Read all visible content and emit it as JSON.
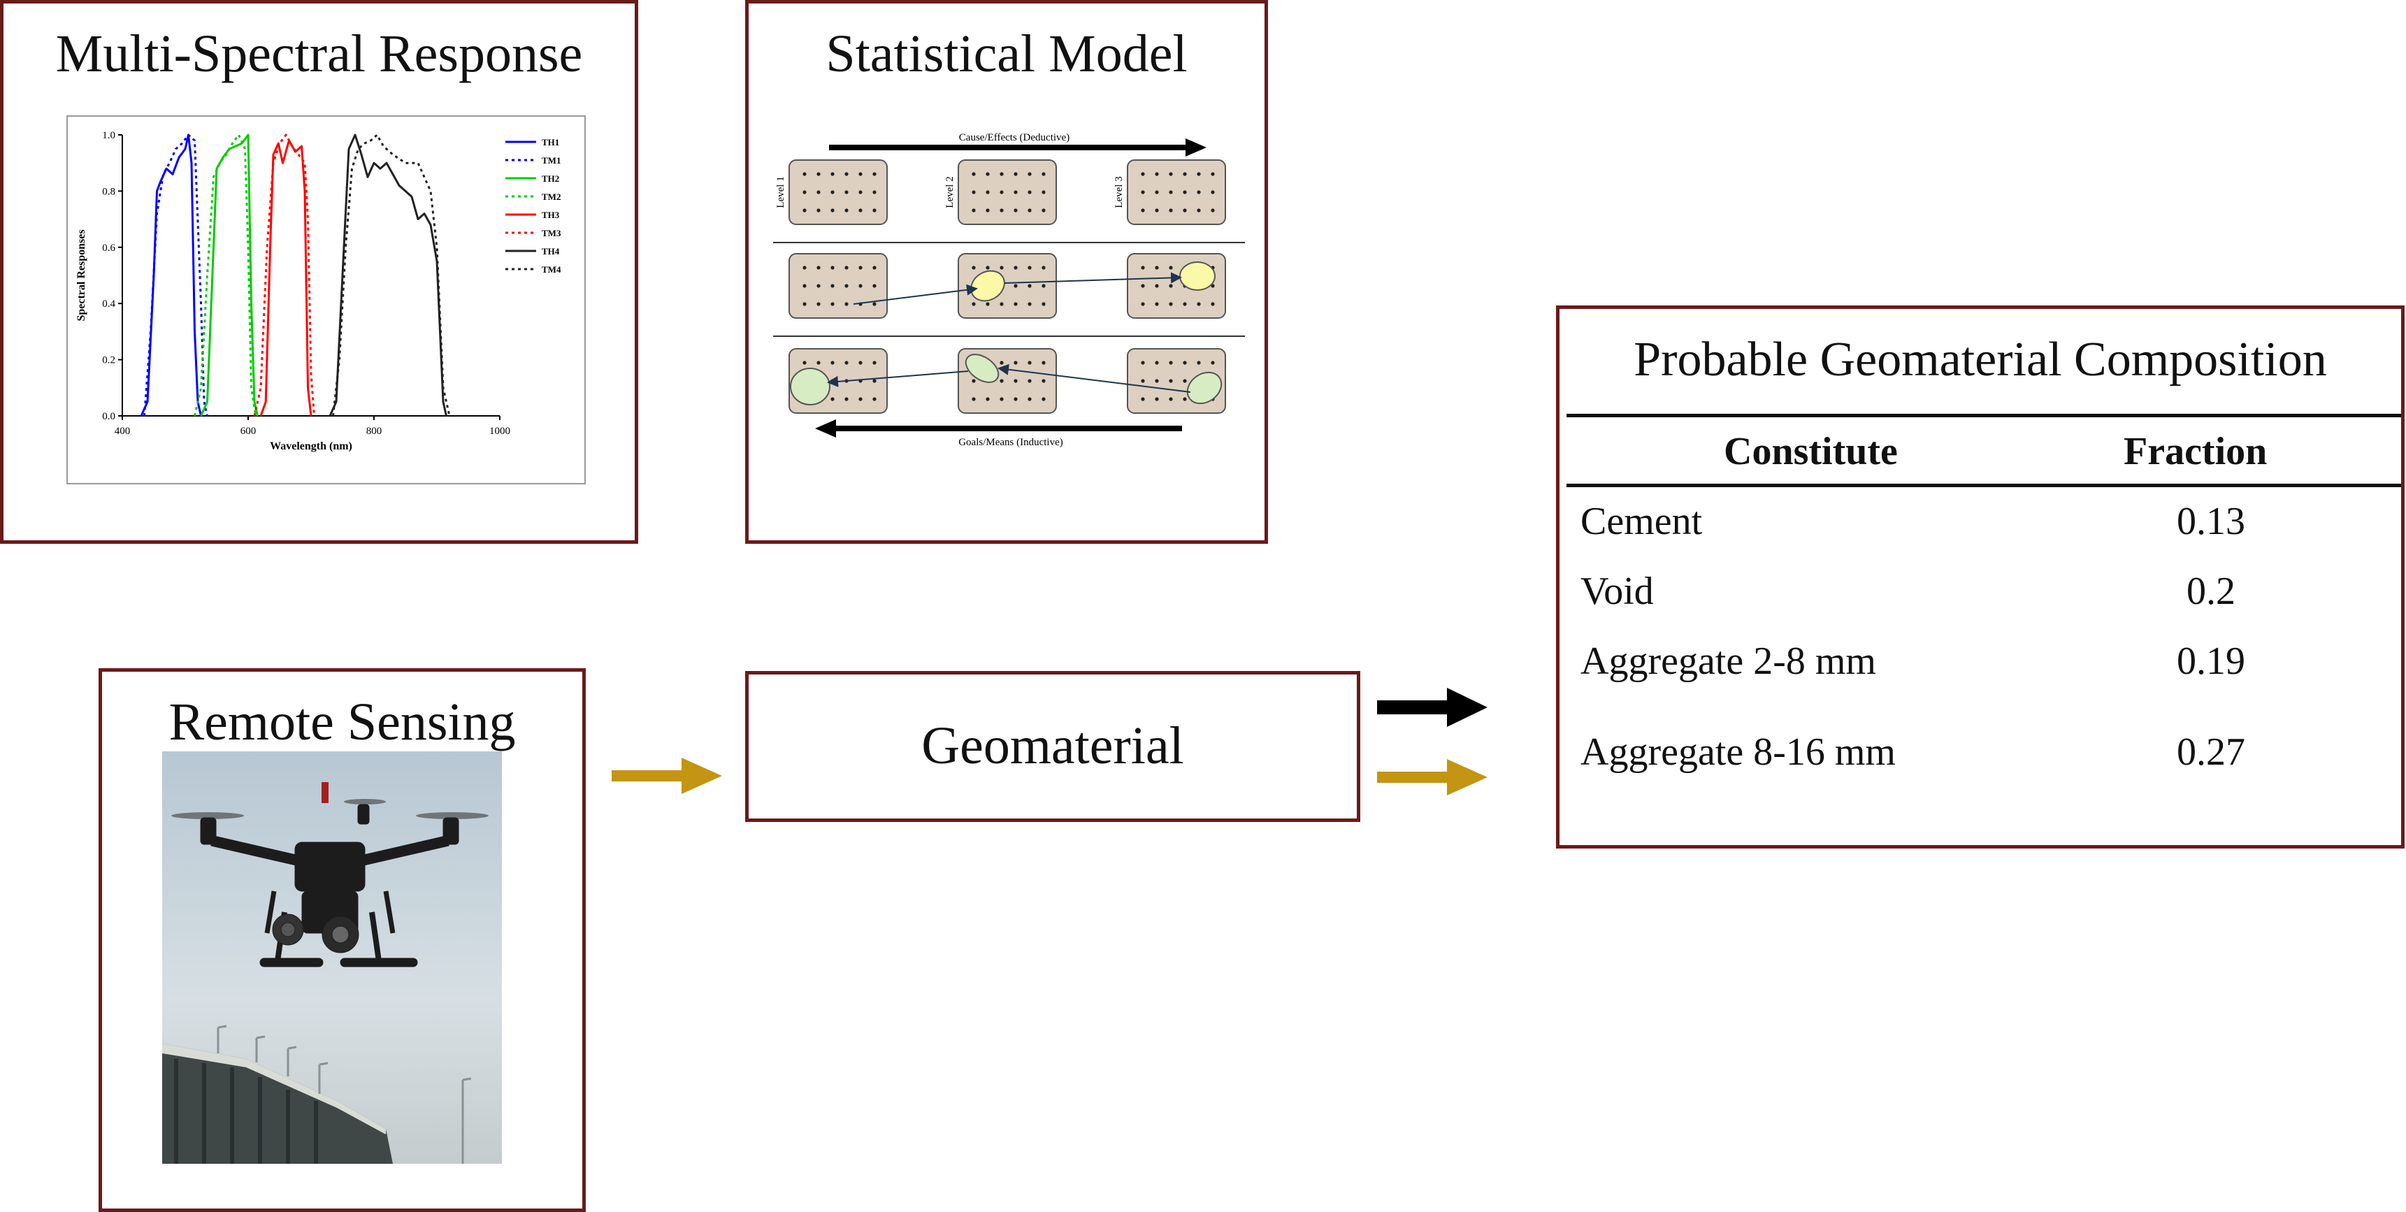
{
  "panels": {
    "spectral": {
      "title": "Multi-Spectral Response"
    },
    "statistical": {
      "title": "Statistical Model"
    },
    "remote": {
      "title": "Remote Sensing"
    },
    "geomaterial": {
      "title": "Geomaterial"
    },
    "composition": {
      "title": "Probable Geomaterial Composition"
    }
  },
  "chart_data": {
    "type": "line",
    "xlabel": "Wavelength (nm)",
    "ylabel": "Spectral Responses",
    "xlim": [
      400,
      1000
    ],
    "ylim": [
      0,
      1.0
    ],
    "xticks": [
      "400",
      "600",
      "800",
      "1000"
    ],
    "yticks": [
      "0.0",
      "0.2",
      "0.4",
      "0.6",
      "0.8",
      "1.0"
    ],
    "legend_position": "top-right",
    "series": [
      {
        "name": "TH1",
        "color": "#0000ff",
        "style": "solid",
        "x": [
          430,
          440,
          450,
          455,
          460,
          470,
          480,
          490,
          500,
          505,
          510,
          515,
          520,
          525
        ],
        "y": [
          0,
          0.05,
          0.5,
          0.8,
          0.83,
          0.88,
          0.86,
          0.92,
          0.95,
          1.0,
          0.9,
          0.3,
          0.05,
          0
        ]
      },
      {
        "name": "TM1",
        "color": "#0000ff",
        "style": "dotted",
        "x": [
          435,
          445,
          455,
          465,
          475,
          485,
          495,
          505,
          515,
          525,
          530,
          535
        ],
        "y": [
          0,
          0.3,
          0.72,
          0.86,
          0.9,
          0.95,
          0.97,
          1.0,
          0.98,
          0.4,
          0.05,
          0
        ]
      },
      {
        "name": "TH2",
        "color": "#00cc00",
        "style": "solid",
        "x": [
          525,
          535,
          545,
          550,
          560,
          570,
          580,
          590,
          600,
          605,
          610,
          615
        ],
        "y": [
          0,
          0.05,
          0.6,
          0.88,
          0.92,
          0.95,
          0.96,
          0.97,
          1.0,
          0.4,
          0.05,
          0
        ]
      },
      {
        "name": "TM2",
        "color": "#00cc00",
        "style": "dotted",
        "x": [
          515,
          525,
          535,
          545,
          555,
          565,
          575,
          585,
          595,
          600,
          605,
          612
        ],
        "y": [
          0,
          0.1,
          0.5,
          0.85,
          0.9,
          0.93,
          0.97,
          1.0,
          0.95,
          0.6,
          0.1,
          0
        ]
      },
      {
        "name": "TH3",
        "color": "#ff0000",
        "style": "solid",
        "x": [
          620,
          628,
          635,
          640,
          648,
          655,
          665,
          675,
          685,
          690,
          695,
          700
        ],
        "y": [
          0,
          0.05,
          0.6,
          0.93,
          0.97,
          0.9,
          0.98,
          0.94,
          0.96,
          0.8,
          0.1,
          0
        ]
      },
      {
        "name": "TM3",
        "color": "#ff0000",
        "style": "dotted",
        "x": [
          610,
          620,
          630,
          640,
          650,
          660,
          670,
          680,
          690,
          695,
          700,
          705
        ],
        "y": [
          0,
          0.1,
          0.6,
          0.9,
          0.97,
          1.0,
          0.96,
          0.93,
          0.9,
          0.7,
          0.15,
          0
        ]
      },
      {
        "name": "TH4",
        "color": "#222222",
        "style": "solid",
        "x": [
          730,
          740,
          750,
          760,
          770,
          780,
          790,
          800,
          810,
          820,
          840,
          860,
          870,
          880,
          890,
          900,
          910,
          915
        ],
        "y": [
          0,
          0.05,
          0.5,
          0.95,
          1.0,
          0.93,
          0.85,
          0.9,
          0.88,
          0.9,
          0.82,
          0.78,
          0.7,
          0.72,
          0.68,
          0.55,
          0.05,
          0
        ]
      },
      {
        "name": "TM4",
        "color": "#222222",
        "style": "dotted",
        "x": [
          735,
          745,
          755,
          765,
          775,
          785,
          795,
          805,
          815,
          830,
          850,
          870,
          880,
          890,
          900,
          910,
          920
        ],
        "y": [
          0,
          0.2,
          0.6,
          0.88,
          0.95,
          0.97,
          0.98,
          1.0,
          0.96,
          0.93,
          0.9,
          0.9,
          0.85,
          0.8,
          0.6,
          0.1,
          0
        ]
      }
    ]
  },
  "model": {
    "top_label": "Cause/Effects (Deductive)",
    "bottom_label": "Goals/Means (Inductive)",
    "levels": [
      "Level 1",
      "Level 2",
      "Level 3"
    ]
  },
  "table": {
    "headers": [
      "Constitute",
      "Fraction"
    ],
    "rows": [
      {
        "name": "Cement",
        "fraction": "0.13"
      },
      {
        "name": "Void",
        "fraction": "0.2"
      },
      {
        "name": "Aggregate 2-8 mm",
        "fraction": "0.19"
      },
      {
        "name": "Aggregate 8-16 mm",
        "fraction": "0.27"
      }
    ]
  },
  "colors": {
    "border": "#6b1a1a",
    "gold_arrow": "#c39512",
    "black_arrow": "#000000",
    "grid_box_fill": "#ddd0c0",
    "yellow_blob": "#fbf8a8",
    "green_blob": "#d7ecc3"
  }
}
